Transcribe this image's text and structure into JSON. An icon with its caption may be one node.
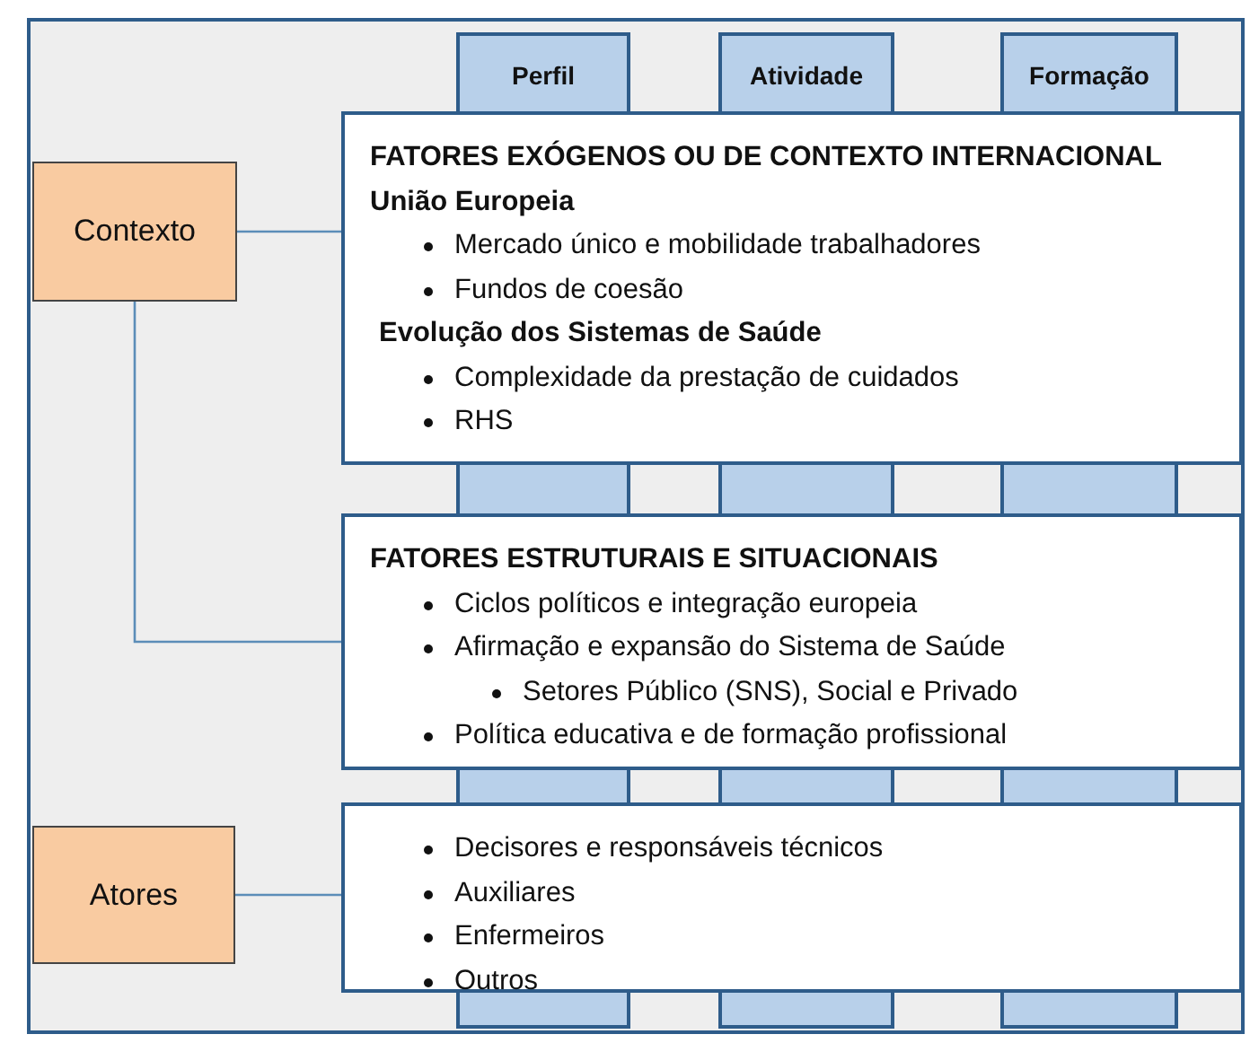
{
  "diagram": {
    "nodes": [
      {
        "text": [
          "Perfil"
        ]
      },
      {
        "text": [
          "Atividade"
        ]
      },
      {
        "text": [
          "Formação"
        ]
      },
      {
        "text": [
          "Contexto"
        ]
      },
      {
        "text": [
          "FATORES EXÓGENOS OU DE CONTEXTO INTERNACIONAL",
          "União Europeia",
          "Mercado único e mobilidade trabalhadores",
          "Fundos de coesão",
          "Evolução dos Sistemas de Saúde",
          "Complexidade da prestação de cuidados",
          "RHS"
        ]
      },
      {
        "text": [
          "FATORES ESTRUTURAIS E SITUACIONAIS",
          "Ciclos políticos e integração europeia",
          "Afirmação e expansão do Sistema de Saúde",
          "Setores Público (SNS), Social e Privado",
          "Política educativa e de formação profissional"
        ]
      },
      {
        "text": [
          "Atores"
        ]
      },
      {
        "text": [
          "Decisores e responsáveis técnicos",
          "Auxiliares",
          "Enfermeiros",
          "Outros"
        ]
      }
    ],
    "edges": [
      {
        "from": 3,
        "to": 4,
        "arrow": "none"
      },
      {
        "from": 3,
        "to": 5,
        "arrow": "none"
      },
      {
        "from": 6,
        "to": 7,
        "arrow": "none"
      }
    ]
  }
}
